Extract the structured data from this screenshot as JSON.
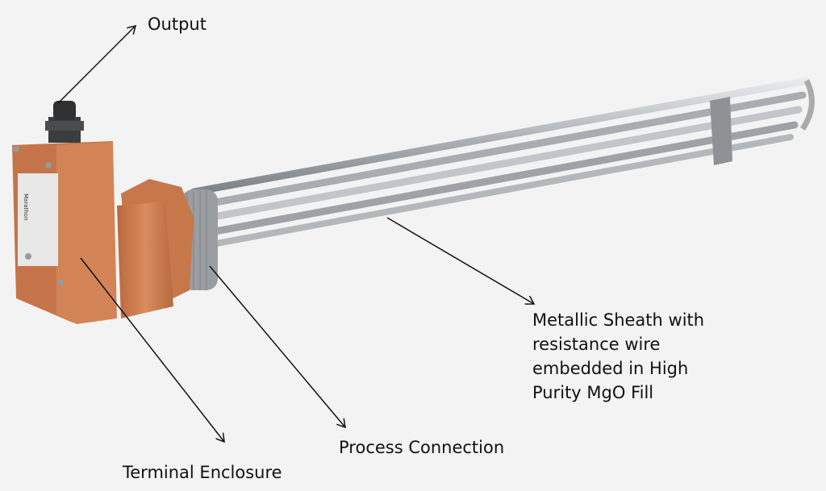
{
  "labels": {
    "output": "Output",
    "terminal_enclosure": "Terminal Enclosure",
    "process_connection": "Process Connection",
    "sheath_line1": "Metallic Sheath with",
    "sheath_line2": "resistance wire",
    "sheath_line3": "embedded in High",
    "sheath_line4": "Purity MgO Fill"
  },
  "nameplate_logo": "Marathon",
  "colors": {
    "enclosure": "#c87a4e",
    "sheath": "#b8bcc0",
    "background": "#f3f3f3",
    "arrow": "#111111"
  }
}
